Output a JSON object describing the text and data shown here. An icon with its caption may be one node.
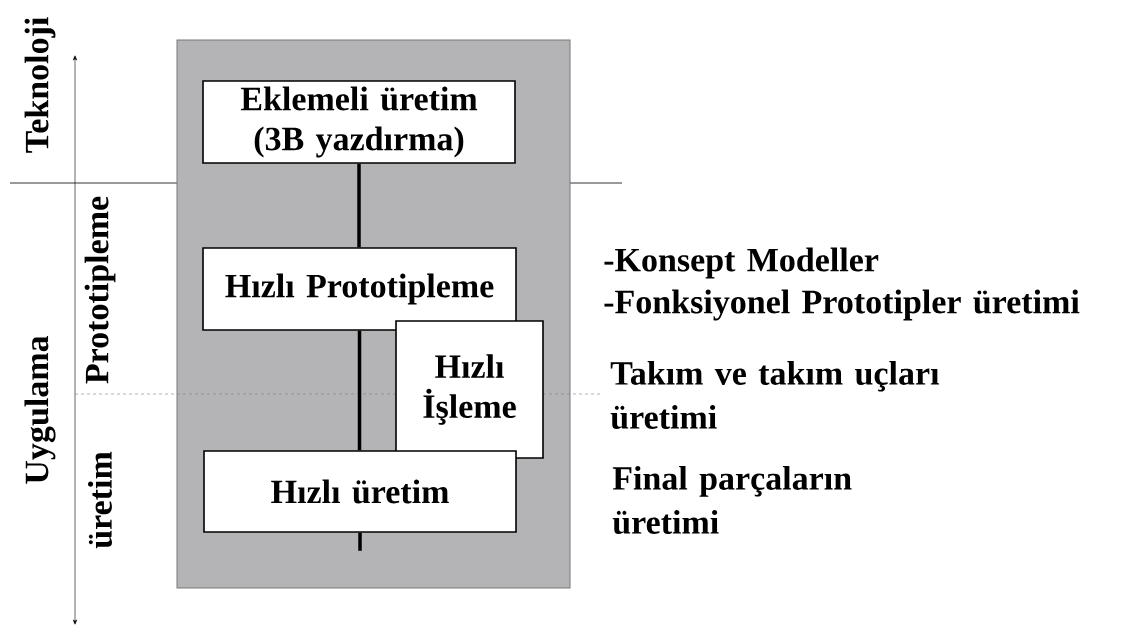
{
  "diagram": {
    "nodes": [
      {
        "text": [],
        "shape": "box"
      },
      {
        "text": [
          "Eklemeli üretim (3B yazdırma)"
        ],
        "in": 0
      },
      {
        "text": [
          "Hızlı Prototipleme"
        ],
        "in": 0
      },
      {
        "text": [
          "Hızlı İşleme"
        ],
        "in": 0
      },
      {
        "text": [
          "Hızlı üretim"
        ],
        "in": 0
      }
    ],
    "edges": [
      {
        "from": 1,
        "to": 2,
        "arrow": "none"
      },
      {
        "from": 2,
        "to": 4,
        "arrow": "none"
      },
      {
        "from": 4,
        "to": null,
        "arrow": "none"
      }
    ],
    "labels": [
      "Teknoloji",
      "Uygulama",
      "Prototipleme",
      "üretim",
      "-Konsept Modeller",
      "-Fonksiyonel Prototipler üretimi",
      "Takım ve takım uçları üretimi",
      "Final parçaların üretimi"
    ]
  }
}
